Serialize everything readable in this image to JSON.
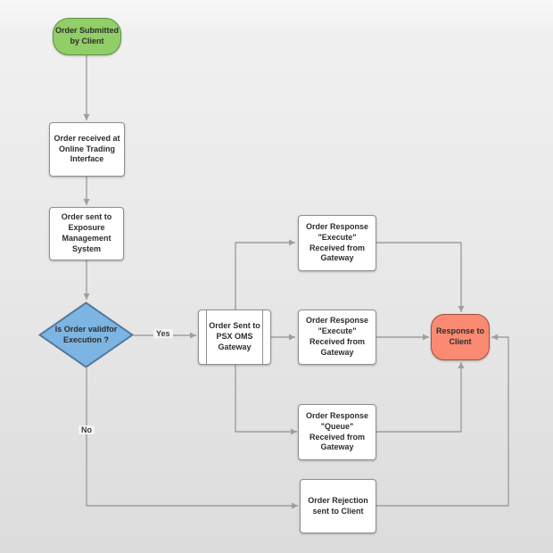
{
  "diagram": {
    "nodes": {
      "start": {
        "label": "Order Submitted\nby Client"
      },
      "received": {
        "label": "Order received at\nOnline Trading\nInterface"
      },
      "exposure": {
        "label": "Order sent to\nExposure\nManagement\nSystem"
      },
      "valid_check": {
        "label": "Is Order validfor\nExecution ?"
      },
      "gateway": {
        "label": "Order Sent to\nPSX OMS\nGateway"
      },
      "response_execute_top": {
        "label": "Order Response\n\"Execute\"\nReceived from\nGateway"
      },
      "response_execute_mid": {
        "label": "Order Response\n\"Execute\"\nReceived from\nGateway"
      },
      "response_queue": {
        "label": "Order Response\n\"Queue\"\nReceived from\nGateway"
      },
      "response_client": {
        "label": "Response to\nClient"
      },
      "rejection": {
        "label": "Order Rejection\nsent to Client"
      }
    },
    "edge_labels": {
      "yes": "Yes",
      "no": "No"
    },
    "colors": {
      "start-fill": "#92ce68",
      "start-border": "#5e9441",
      "decision-fill": "#7db5e2",
      "decision-border": "#54799c",
      "end-fill": "#fb8a72",
      "end-border": "#a3503d",
      "node-fill": "#ffffff",
      "node-border": "#8f8f8f",
      "line": "#9e9e9e",
      "text": "#2d2d2d"
    }
  }
}
